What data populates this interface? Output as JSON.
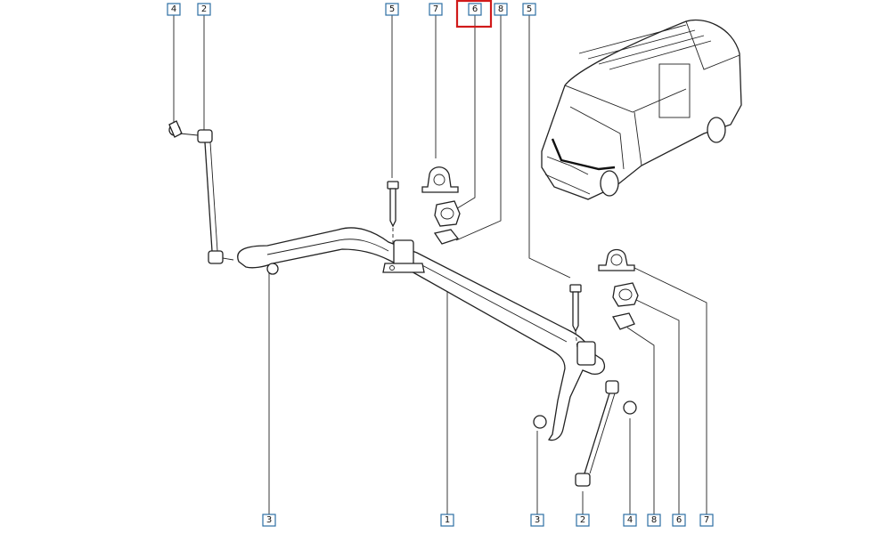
{
  "callouts": {
    "top": [
      "4",
      "2",
      "5",
      "7",
      "6",
      "8",
      "5"
    ],
    "bottom": [
      "3",
      "1",
      "3",
      "2",
      "4",
      "8",
      "6",
      "7"
    ]
  },
  "highlighted_callout": "6",
  "colors": {
    "callout_border": "#2d6fa3",
    "highlight": "#d11a1a",
    "line": "#222222"
  }
}
